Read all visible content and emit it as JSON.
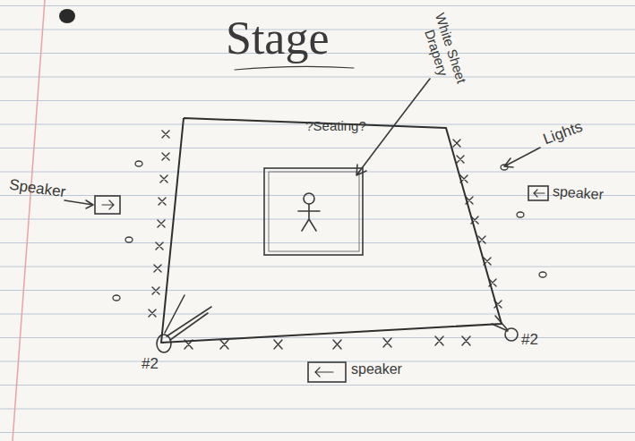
{
  "diagram": {
    "title": "Stage",
    "nodes": [
      {
        "text": [
          "?Seating?"
        ]
      }
    ],
    "labels": [
      "White Sheet Drapery",
      "Lights",
      "Speaker",
      "speaker",
      "speaker",
      "#2",
      "#2"
    ]
  }
}
